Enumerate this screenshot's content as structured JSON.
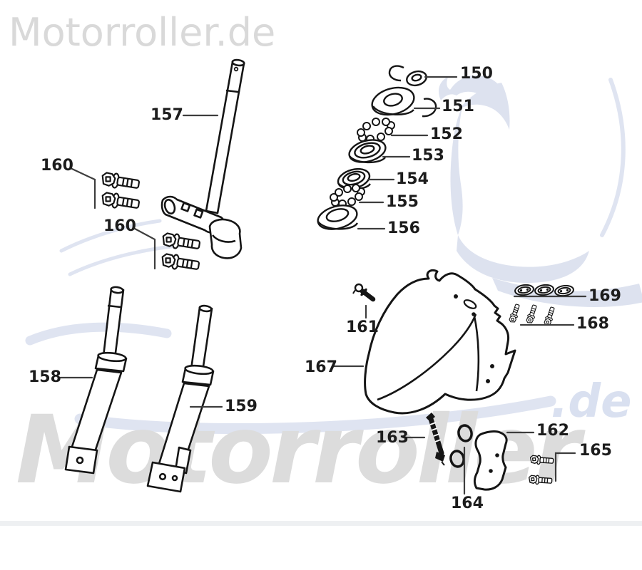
{
  "brand": {
    "header_logo": "Motorroller.de",
    "watermark_word": "Motorroller",
    "watermark_suffix": ".de"
  },
  "parts": [
    {
      "n": "150"
    },
    {
      "n": "151"
    },
    {
      "n": "152"
    },
    {
      "n": "153"
    },
    {
      "n": "154"
    },
    {
      "n": "155"
    },
    {
      "n": "156"
    },
    {
      "n": "157"
    },
    {
      "n": "160"
    },
    {
      "n": "160"
    },
    {
      "n": "158"
    },
    {
      "n": "159"
    },
    {
      "n": "161"
    },
    {
      "n": "167"
    },
    {
      "n": "169"
    },
    {
      "n": "168"
    },
    {
      "n": "162"
    },
    {
      "n": "163"
    },
    {
      "n": "164"
    },
    {
      "n": "165"
    }
  ],
  "colors": {
    "line": "#151515",
    "leader": "#3d3d3d",
    "label_text": "#1c1c1c",
    "watermark_gray": "#d9d9d9",
    "watermark_big_gray": "#dcdcdc",
    "watermark_blue": "#dde2ef"
  }
}
